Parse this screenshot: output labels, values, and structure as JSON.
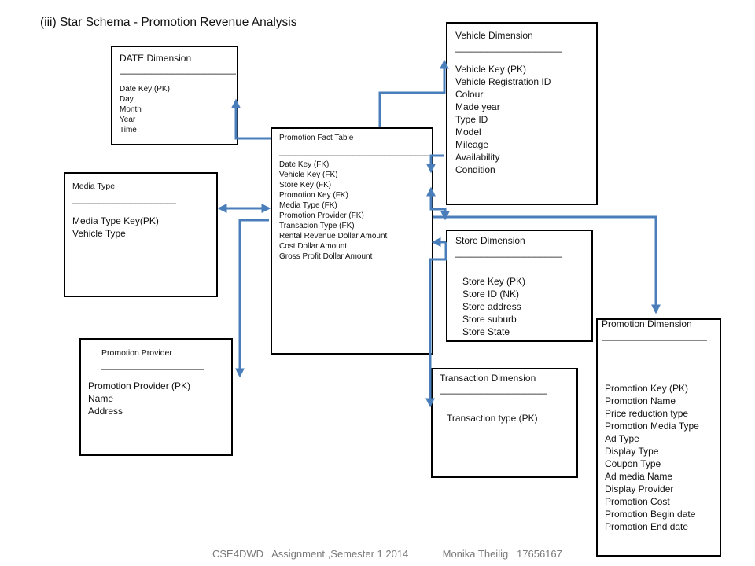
{
  "title": "(iii) Star Schema - Promotion Revenue Analysis",
  "footer": "CSE4DWD   Assignment ,Semester 1 2014            Monika Theilig   17656167",
  "separator": "________________________________",
  "colors": {
    "arrow": "#4a7ebb",
    "border": "#000000",
    "footer": "#7a7a7a"
  },
  "entities": {
    "date": {
      "header": "DATE Dimension",
      "attributes": [
        "Date Key (PK)",
        "Day",
        "Month",
        "Year",
        "Time"
      ]
    },
    "fact": {
      "header": "Promotion Fact Table",
      "attributes": [
        "Date Key  (FK)",
        "Vehicle Key  (FK)",
        "Store Key (FK)",
        "Promotion Key (FK)",
        "Media Type (FK)",
        "Promotion Provider (FK)",
        "Transacion Type (FK)",
        "Rental  Revenue Dollar Amount",
        "Cost Dollar Amount",
        "Gross Profit Dollar Amount"
      ]
    },
    "vehicle": {
      "header": "Vehicle Dimension",
      "attributes": [
        "Vehicle Key (PK)",
        "Vehicle Registration ID",
        "Colour",
        "Made year",
        "Type ID",
        "Model",
        "Mileage",
        "Availability",
        "Condition"
      ]
    },
    "media": {
      "header": "Media Type",
      "attributes": [
        "Media Type Key(PK)",
        "Vehicle Type"
      ]
    },
    "store": {
      "header": "Store Dimension",
      "attributes": [
        "Store Key (PK)",
        "Store ID (NK)",
        "Store address",
        "Store suburb",
        "Store State"
      ]
    },
    "promotion": {
      "header": "Promotion Dimension",
      "attributes": [
        "Promotion Key (PK)",
        "Promotion Name",
        "Price reduction type",
        "Promotion Media Type",
        "Ad Type",
        "Display Type",
        "Coupon Type",
        "Ad media Name",
        "Display Provider",
        "Promotion Cost",
        "Promotion Begin date",
        "Promotion End date"
      ]
    },
    "provider": {
      "header": "Promotion Provider",
      "attributes": [
        "Promotion Provider (PK)",
        "Name",
        "Address"
      ]
    },
    "transaction": {
      "header": "Transaction Dimension",
      "attributes": [
        "Transaction type (PK)"
      ]
    }
  }
}
